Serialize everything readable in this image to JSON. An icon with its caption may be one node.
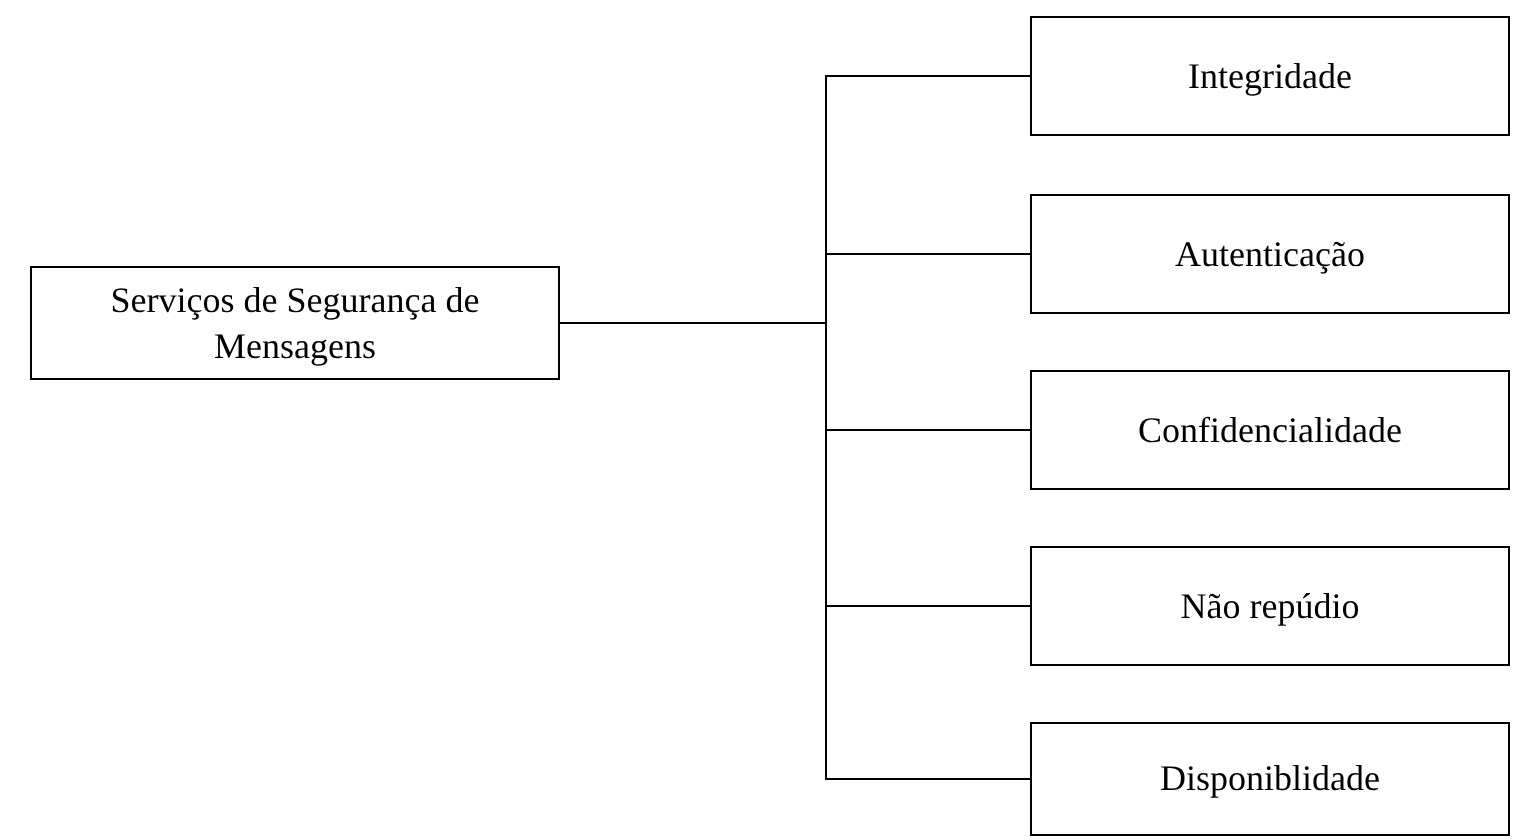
{
  "diagram": {
    "nodes": [
      {
        "text": [
          "Serviços de Segurança de Mensagens"
        ]
      },
      {
        "text": [
          "Integridade"
        ]
      },
      {
        "text": [
          "Autenticação"
        ]
      },
      {
        "text": [
          "Confidencialidade"
        ]
      },
      {
        "text": [
          "Não repúdio"
        ]
      },
      {
        "text": [
          "Disponiblidade"
        ]
      }
    ],
    "edges": [
      {
        "from": 0,
        "to": 1,
        "arrow": "none"
      },
      {
        "from": 0,
        "to": 2,
        "arrow": "none"
      },
      {
        "from": 0,
        "to": 3,
        "arrow": "none"
      },
      {
        "from": 0,
        "to": 4,
        "arrow": "none"
      },
      {
        "from": 0,
        "to": 5,
        "arrow": "none"
      }
    ]
  }
}
